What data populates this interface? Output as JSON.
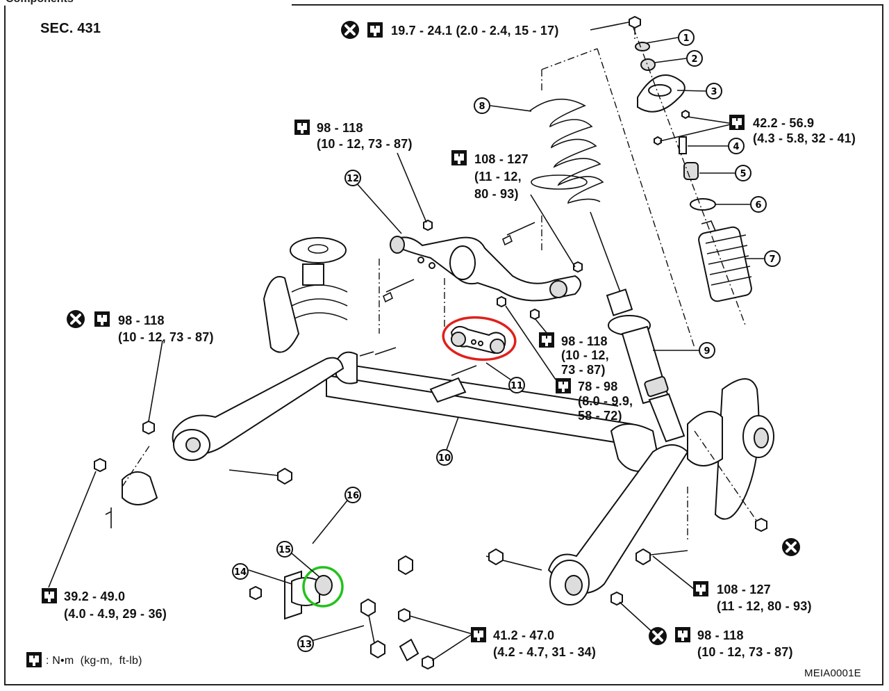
{
  "header": {
    "title": "SEC. 431",
    "figure_code": "MEIA0001E",
    "top_cut_text": "Components"
  },
  "legend": {
    "unit_text": ": N•m  (kg-m,  ft-lb)"
  },
  "torques": {
    "t1": "19.7 - 24.1 (2.0 - 2.4, 15 - 17)",
    "t2_l1": "42.2 - 56.9",
    "t2_l2": "(4.3 - 5.8, 32 - 41)",
    "t3_l1": "98 - 118",
    "t3_l2": "(10 - 12, 73 - 87)",
    "t4_l1": "108 - 127",
    "t4_l2": "(11 - 12,",
    "t4_l3": "80 - 93)",
    "t5_l1": "98 - 118",
    "t5_l2": "(10 - 12, 73 - 87)",
    "t6_l1": "98 - 118",
    "t6_l2": "(10 - 12,",
    "t6_l3": "73 - 87)",
    "t7_l1": "78 - 98",
    "t7_l2": "(8.0 - 9.9,",
    "t7_l3": "58 - 72)",
    "t8_l1": "39.2 - 49.0",
    "t8_l2": "(4.0 - 4.9, 29 - 36)",
    "t9_l1": "41.2 - 47.0",
    "t9_l2": "(4.2 - 4.7, 31 - 34)",
    "t10_l1": "108 - 127",
    "t10_l2": "(11 - 12, 80 - 93)",
    "t11_l1": "98 - 118",
    "t11_l2": "(10 - 12, 73 - 87)"
  },
  "callouts": [
    "1",
    "2",
    "3",
    "4",
    "5",
    "6",
    "7",
    "8",
    "9",
    "10",
    "11",
    "12",
    "13",
    "14",
    "15",
    "16"
  ],
  "colors": {
    "highlight_red": "#e0201b",
    "highlight_green": "#22c21a",
    "ink": "#111111"
  },
  "icons": {
    "torque": "torque-wrench-icon",
    "replace": "do-not-reuse-icon"
  }
}
